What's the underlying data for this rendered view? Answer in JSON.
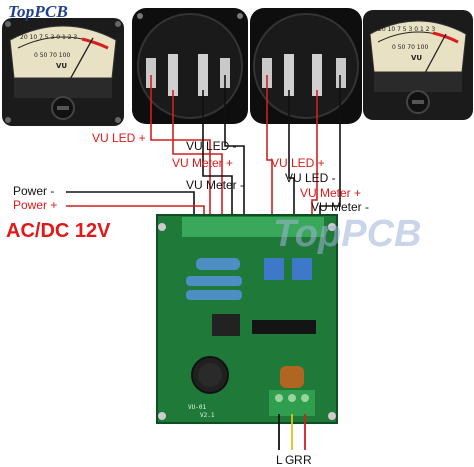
{
  "logo": {
    "text": "TopPCB"
  },
  "board": {
    "supply_label": "AC/DC 12V",
    "watermark": "TopPCB",
    "pcb_marking": "VU-01",
    "pcb_version": "V2.1"
  },
  "labels": {
    "vu_led_plus_left": "VU LED +",
    "vu_led_minus_left": "VU LED -",
    "vu_meter_plus_left": "VU Meter +",
    "vu_meter_minus_left": "VU Meter -",
    "vu_led_plus_right": "VU LED +",
    "vu_led_minus_right": "VU LED -",
    "vu_meter_plus_right": "VU Meter +",
    "vu_meter_minus_right": "VU Meter -",
    "power_minus": "Power -",
    "power_plus": "Power +"
  },
  "input_connector": {
    "pins": [
      "L",
      "G",
      "R",
      "R"
    ]
  },
  "meters": {
    "left": {
      "scale": "20 10 7 5 3 0 1 2 3",
      "unit": "VU",
      "percent": "0 50 70 100"
    },
    "right": {
      "scale": "20 10 7 5 3 0 1 2 3",
      "unit": "VU",
      "percent": "0 50 70 100"
    }
  },
  "colors": {
    "label_red": "#e01a1a",
    "label_black": "#111111",
    "pcb_green": "#1f7a3a",
    "wire_red": "#d21f1f",
    "wire_black": "#111111",
    "connector_green": "#2f9e4f"
  }
}
